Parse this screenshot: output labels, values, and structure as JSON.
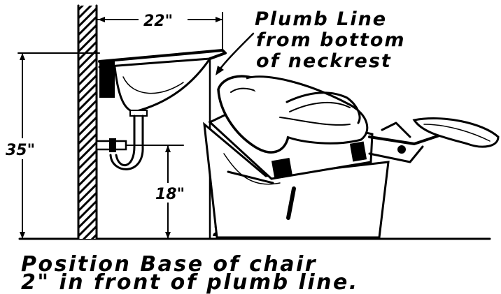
{
  "dimensions": {
    "sink_width": "22\"",
    "total_height": "35\"",
    "drain_height": "18\"",
    "chair_offset": "2\""
  },
  "callout": {
    "line1": "Plumb Line",
    "line2": "from bottom",
    "line3": "of neckrest"
  },
  "caption": {
    "line1": "Position Base of chair",
    "line2": "2\" in front of plumb line."
  }
}
